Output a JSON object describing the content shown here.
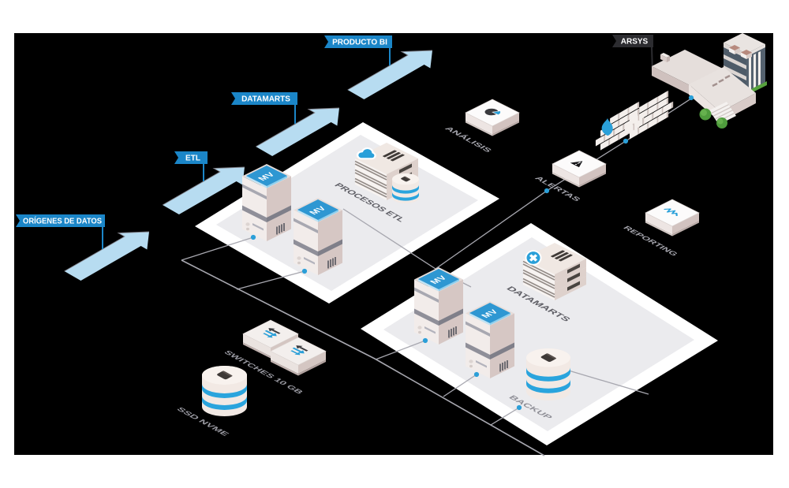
{
  "ribbons": {
    "origenes": "ORÍGENES DE DATOS",
    "etl": "ETL",
    "datamarts": "DATAMARTS",
    "producto_bi": "PRODUCTO BI",
    "arsys": "ARSYS"
  },
  "zones": {
    "procesos": "PROCESOS ETL",
    "datamarts": "DATAMARTS"
  },
  "nodes": {
    "analisis": "ANÁLISIS",
    "alertas": "ALERTAS",
    "reporting": "REPORTING",
    "backup": "BACKUP",
    "switches": "SWITCHES 10 GB",
    "ssd": "SSD NVME"
  },
  "badges": {
    "vm": "MV"
  },
  "icons": {
    "analisis": "pie-chart-icon",
    "alertas": "warning-triangle-icon",
    "reporting": "pulse-line-icon",
    "procesos_stack": "cloud-icon",
    "datamarts_stack": "x-badge-icon",
    "backup": "disk-icon",
    "ssd": "disk-icon",
    "firewall": "flame-icon"
  },
  "colors": {
    "panel_bg": "#000000",
    "ribbon_blue": "#1b86c8",
    "ribbon_dark": "#2c2c30",
    "arrow_fill": "#b7dcf1",
    "arrow_edge": "#7d7d85",
    "accent_blue": "#2aa0d9",
    "vm_panel_blue": "#2e97d2",
    "line_gray": "#a7a7af",
    "platform": "#ffffff",
    "platform_inner": "#ebebee",
    "label_dark": "#5f5f66",
    "label_mid": "#8f8f97",
    "label_light": "#a4a4ac"
  }
}
